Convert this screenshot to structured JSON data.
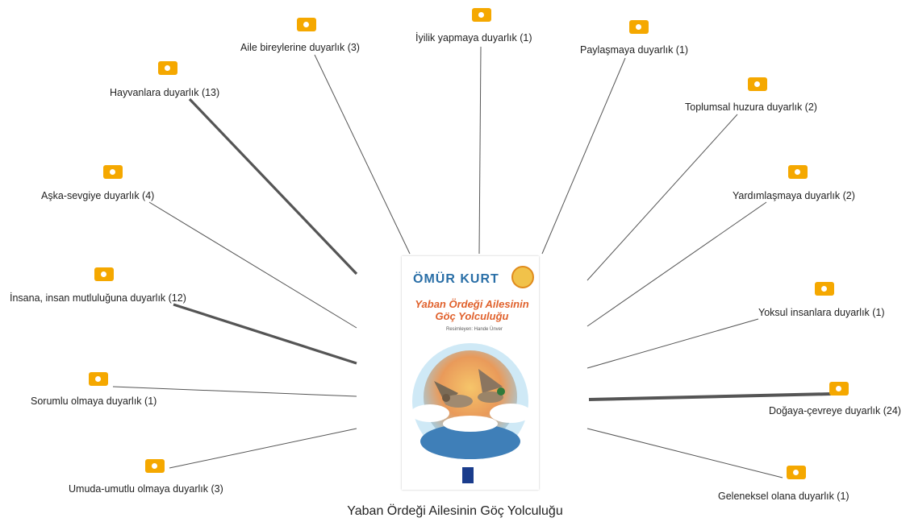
{
  "title": "Yaban Ördeği Ailesinin Göç Yolculuğu",
  "book_cover": {
    "author": "ÖMÜR KURT",
    "title_line1": "Yaban Ördeği Ailesinin",
    "title_line2": "Göç Yolculuğu",
    "illustrator": "Resimleyen: Hande Ünver"
  },
  "colors": {
    "tag": "#f5a800",
    "line": "#555555"
  },
  "tag_icon": "tag-icon",
  "nodes": [
    {
      "id": "aile",
      "label": "Aile bireylerine duyarlık (3)",
      "count": 3
    },
    {
      "id": "iyilik",
      "label": "İyilik yapmaya duyarlık (1)",
      "count": 1
    },
    {
      "id": "paylasma",
      "label": "Paylaşmaya duyarlık (1)",
      "count": 1
    },
    {
      "id": "hayvan",
      "label": "Hayvanlara duyarlık (13)",
      "count": 13
    },
    {
      "id": "toplumsal",
      "label": "Toplumsal huzura duyarlık (2)",
      "count": 2
    },
    {
      "id": "ask",
      "label": "Aşka-sevgiye duyarlık (4)",
      "count": 4
    },
    {
      "id": "yardim",
      "label": "Yardımlaşmaya duyarlık (2)",
      "count": 2
    },
    {
      "id": "insan",
      "label": "İnsana, insan mutluluğuna duyarlık (12)",
      "count": 12
    },
    {
      "id": "yoksul",
      "label": "Yoksul insanlara duyarlık (1)",
      "count": 1
    },
    {
      "id": "sorumlu",
      "label": "Sorumlu olmaya duyarlık (1)",
      "count": 1
    },
    {
      "id": "doga",
      "label": "Doğaya-çevreye duyarlık (24)",
      "count": 24
    },
    {
      "id": "umut",
      "label": "Umuda-umutlu olmaya duyarlık (3)",
      "count": 3
    },
    {
      "id": "gelenek",
      "label": "Geleneksel olana duyarlık (1)",
      "count": 1
    }
  ]
}
